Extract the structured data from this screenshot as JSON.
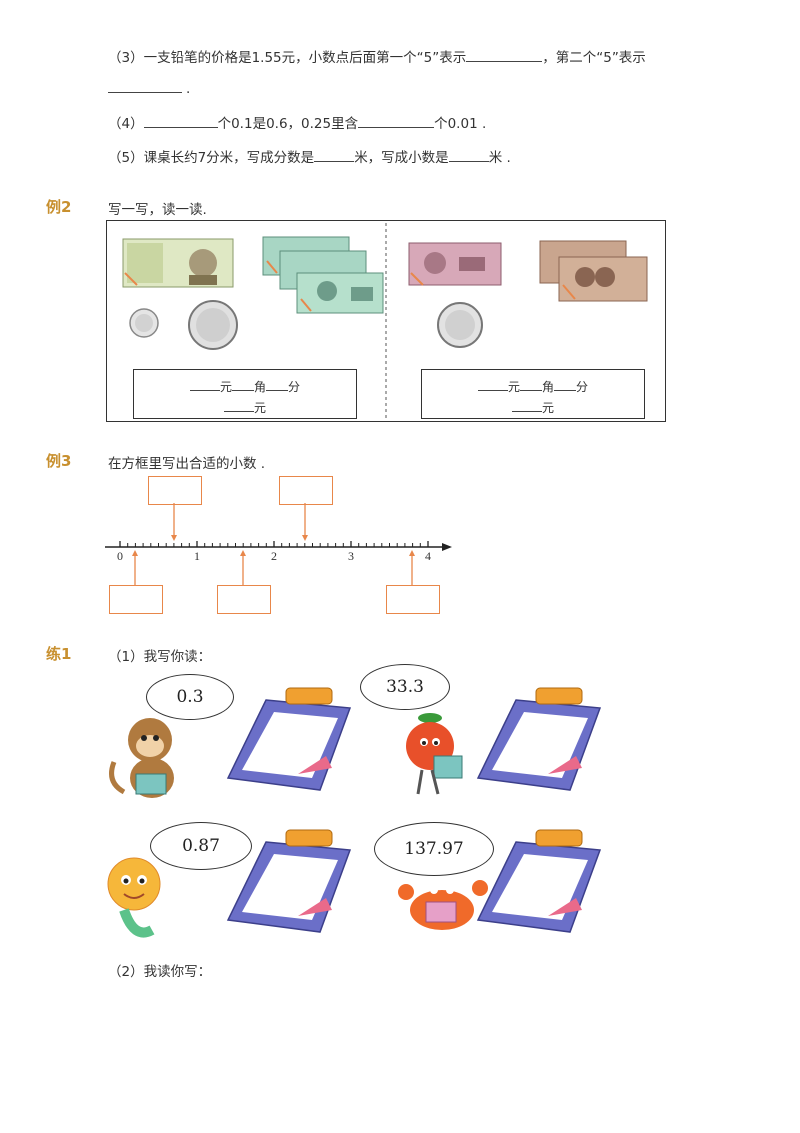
{
  "q3": {
    "line1": "（3）一支铅笔的价格是1.55元，小数点后面第一个“5”表示",
    "line1b": "，第二个“5”表示",
    "line2_end": "."
  },
  "q4": {
    "p1": "（4）",
    "p2": "个0.1是0.6，0.25里含",
    "p3": "个0.01 ."
  },
  "q5": {
    "p1": "（5）课桌长约7分米，写成分数是",
    "p2": "米，写成小数是",
    "p3": "米 ."
  },
  "ex2": {
    "label": "例2",
    "prompt": "写一写，读一读.",
    "yuan": "元",
    "jiao": "角",
    "fen": "分"
  },
  "ex3": {
    "label": "例3",
    "prompt": "在方框里写出合适的小数 .",
    "ticks": [
      "0",
      "1",
      "2",
      "3",
      "4"
    ]
  },
  "pr1": {
    "label": "练1",
    "sub1": "（1）我写你读：",
    "sub2": "（2）我读你写：",
    "bubbles": [
      "0.3",
      "33.3",
      "0.87",
      "137.97"
    ]
  },
  "colors": {
    "accent": "#c8902f",
    "orange": "#e8874a",
    "clip_blue": "#6b6fc8",
    "clip_orange": "#f0a030"
  }
}
